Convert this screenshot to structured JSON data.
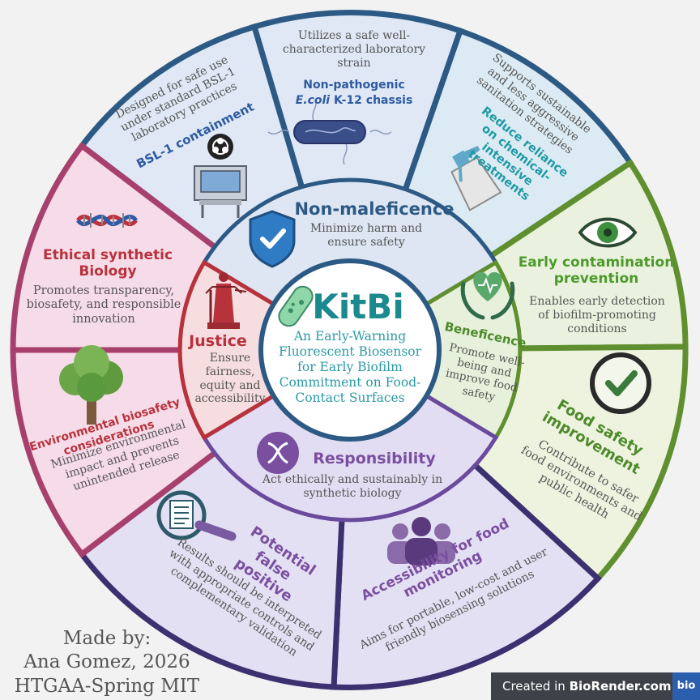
{
  "center": {
    "title": "KitBi",
    "subtitle": "An Early-Warning Fluorescent Biosensor for Early Biofilm Commitment on Food-Contact Surfaces"
  },
  "inner": {
    "non_maleficence": {
      "title": "Non-maleficence",
      "desc": "Minimize harm and ensure safety"
    },
    "beneficence": {
      "title": "Beneficence",
      "desc": "Promote well-being and improve food safety"
    },
    "responsibility": {
      "title": "Responsibility",
      "desc": "Act ethically and sustainably in synthetic biology"
    },
    "justice": {
      "title": "Justice",
      "desc": "Ensure fairness, equity and accessibility"
    }
  },
  "outer": {
    "bsl": {
      "desc": "Designed for safe use under standard BSL-1 laboratory practices",
      "title": "BSL-1 containment"
    },
    "ecoli": {
      "desc": "Utilizes a safe well-characterized laboratory strain",
      "title1": "Non-pathogenic",
      "title2_italic": "E.coli",
      "title2_rest": " K-12 chassis"
    },
    "chemical": {
      "desc": "Supports sustainable and less aggressive sanitation strategies",
      "title": "Reduce reliance on chemical-intensive treatments"
    },
    "contamination": {
      "title": "Early contamination prevention",
      "desc": "Enables early detection of biofilm-promoting conditions"
    },
    "food_safety": {
      "title": "Food safety improvement",
      "desc": "Contribute to safer food environments and public health"
    },
    "accessibility": {
      "title": "Accessibility for food monitoring",
      "desc": "Aims for portable, low-cost and user friendly biosensing solutions"
    },
    "false_positive": {
      "title": "Potential false positive",
      "desc": "Results should be interpreted with appropriate controls and complementary validation"
    },
    "environmental": {
      "title": "Environmental biosafety considerations",
      "desc": "Minimize environmental impact and prevents unintended release"
    },
    "ethical": {
      "title": "Ethical synthetic Biology",
      "desc": "Promotes transparency, biosafety, and responsible innovation"
    }
  },
  "credit": {
    "line1": "Made by:",
    "line2": "Ana Gomez, 2026",
    "line3": "HTGAA-Spring MIT"
  },
  "badge": {
    "prefix": "Created in ",
    "brand": "BioRender.com",
    "logo": "bio"
  },
  "colors": {
    "blue_dark": "#2d5a85",
    "teal": "#1e8a96",
    "green": "#5f8f2e",
    "purple": "#6a4a9c",
    "red": "#b8323c",
    "pink_dark": "#a8406e",
    "center_teal": "#1b8a8e"
  }
}
